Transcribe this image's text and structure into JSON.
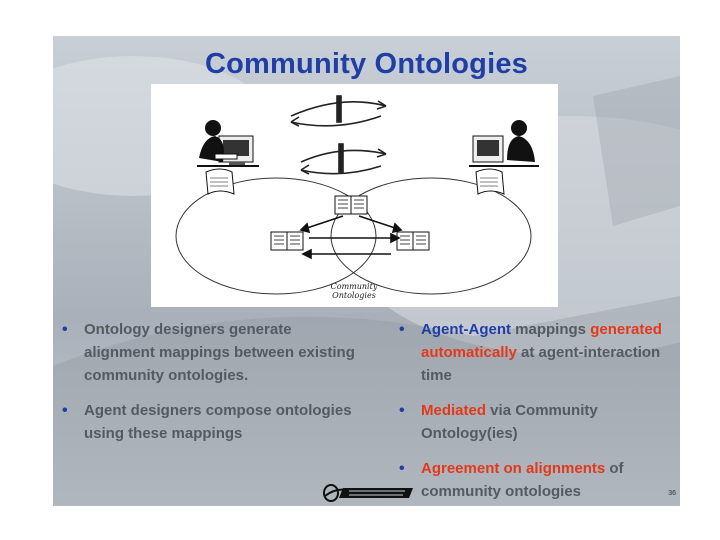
{
  "slide": {
    "title": "Community Ontologies",
    "diagram": {
      "caption_line1": "Community",
      "caption_line2": "Ontologies"
    },
    "left_bullets": [
      "Ontology designers generate alignment mappings between existing community ontologies.",
      "Agent designers compose ontologies using these mappings"
    ],
    "right_bullets": [
      {
        "blue": "Agent-Agent",
        "plain1": " mappings ",
        "red": "generated automatically",
        "plain2": " at agent-interaction time"
      },
      {
        "red": "Mediated",
        "plain": " via Community Ontology(ies)"
      },
      {
        "red": "Agreement on alignments",
        "plain": " of community ontologies"
      }
    ],
    "page_number": "36"
  },
  "colors": {
    "title": "#1f3ea6",
    "accent_red": "#e3391b",
    "bullet_text": "#555a61"
  },
  "icons": [
    "person-at-computer-icon",
    "open-book-icon",
    "scroll-icon",
    "boeing-logo-icon"
  ]
}
